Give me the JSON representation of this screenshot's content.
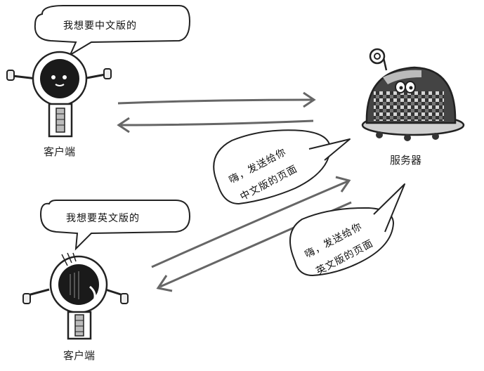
{
  "client_top": {
    "speech": "我想要中文版的",
    "label": "客户端"
  },
  "client_bottom": {
    "speech": "我想要英文版的",
    "label": "客户端"
  },
  "server": {
    "label": "服务器",
    "reply_chinese": [
      "嗨，发送给你",
      "中文版的页面"
    ],
    "reply_english": [
      "嗨，发送给你",
      "英文版的页面"
    ]
  }
}
